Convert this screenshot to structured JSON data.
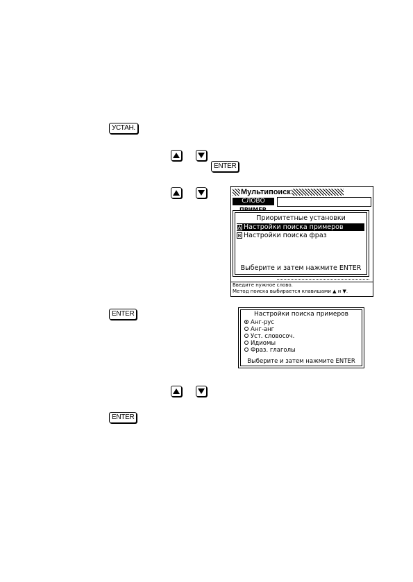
{
  "keys": {
    "setup": "УСТАН.",
    "enter": "ENTER",
    "up": "up-arrow-icon",
    "down": "down-arrow-icon"
  },
  "screen1": {
    "title": "Мультипоиск",
    "tab_active": "СЛОВО",
    "tab_next": "ПРИМЕР",
    "popup_title": "Приоритетные установки",
    "options": [
      {
        "letter": "A",
        "label": "Настройки поиска примеров",
        "selected": true
      },
      {
        "letter": "B",
        "label": "Настройки поиска фраз",
        "selected": false
      }
    ],
    "hint": "Выберите и затем нажмите ENTER",
    "status_line1": "Введите нужное слово.",
    "status_line2": "Метод поиска выбирается клавишами ▲ и ▼."
  },
  "screen2": {
    "title": "Настройки поиска примеров",
    "options": [
      {
        "label": "Анг-рус",
        "selected": true
      },
      {
        "label": "Анг-анг",
        "selected": false
      },
      {
        "label": "Уст. словосоч.",
        "selected": false
      },
      {
        "label": "Идиомы",
        "selected": false
      },
      {
        "label": "Фраз. глаголы",
        "selected": false
      }
    ],
    "hint": "Выберите и затем нажмите ENTER"
  }
}
